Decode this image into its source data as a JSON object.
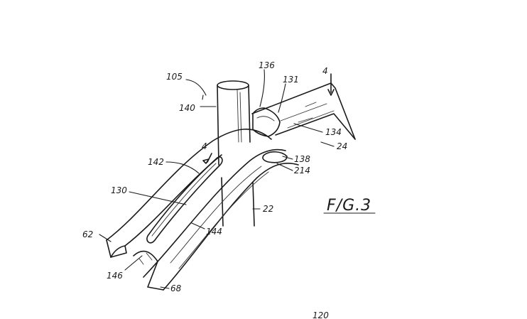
{
  "figure": {
    "caption": "FIG. 3",
    "caption_display": "F/G.3",
    "reference_numerals": [
      "105",
      "140",
      "136",
      "131",
      "4",
      "134",
      "24",
      "142",
      "138",
      "214",
      "130",
      "22",
      "62",
      "144",
      "146",
      "68",
      "120"
    ],
    "labels": {
      "n105": "105",
      "n140": "140",
      "n136": "136",
      "n131": "131",
      "n4a": "4",
      "n4b": "4",
      "n134": "134",
      "n24": "24",
      "n142": "142",
      "n138": "138",
      "n214": "214",
      "n130": "130",
      "n22": "22",
      "n62": "62",
      "n144": "144",
      "n146": "146",
      "n68": "68",
      "n120": "120"
    }
  }
}
